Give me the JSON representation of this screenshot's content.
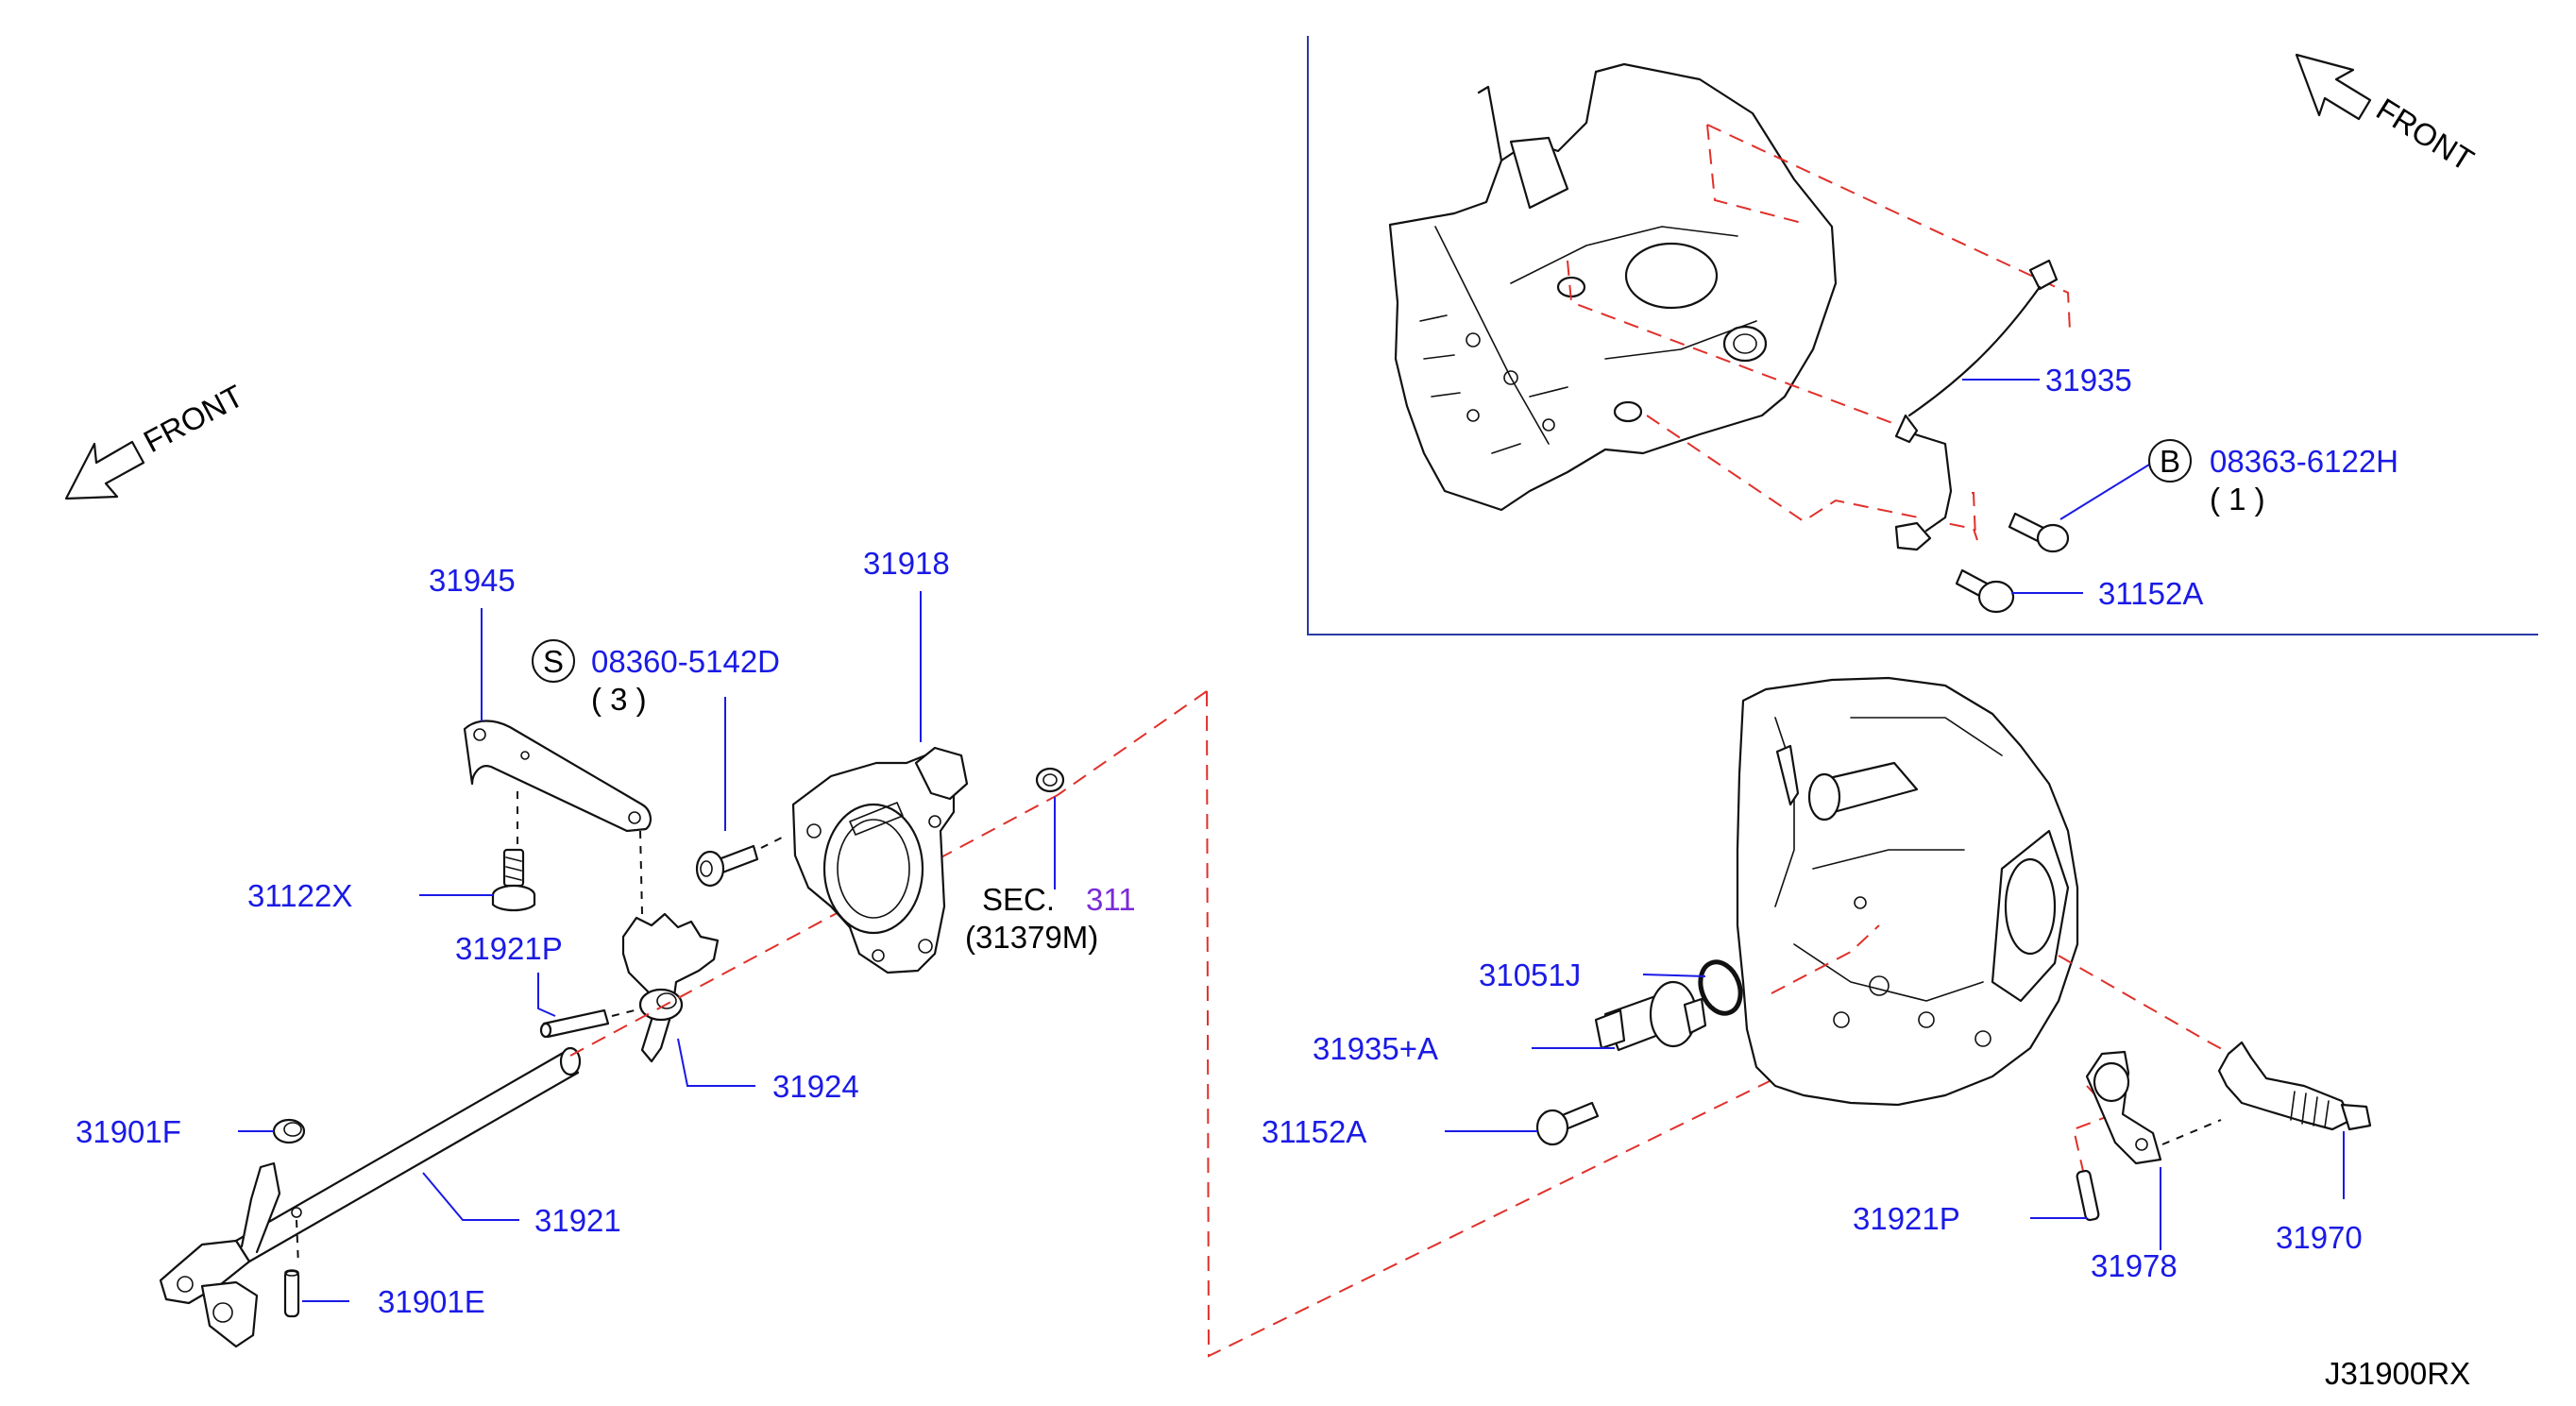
{
  "front_labels": {
    "left": "FRONT",
    "right": "FRONT"
  },
  "callouts": {
    "bolt_s": {
      "symbol": "S",
      "part": "08360-5142D",
      "qty": "( 3 )"
    },
    "bolt_b": {
      "symbol": "B",
      "part": "08363-6122H",
      "qty": "( 1 )"
    }
  },
  "section_ref": {
    "prefix": "SEC.",
    "number": "311",
    "sub": "(31379M)"
  },
  "parts": {
    "p31945": "31945",
    "p31918": "31918",
    "p31122x": "31122X",
    "p31921p_left": "31921P",
    "p31924": "31924",
    "p31901f": "31901F",
    "p31921": "31921",
    "p31901e": "31901E",
    "p31935": "31935",
    "p31152a_top": "31152A",
    "p31051j": "31051J",
    "p31935a": "31935+A",
    "p31152a_bottom": "31152A",
    "p31921p_right": "31921P",
    "p31978": "31978",
    "p31970": "31970"
  },
  "diagram_code": "J31900RX"
}
